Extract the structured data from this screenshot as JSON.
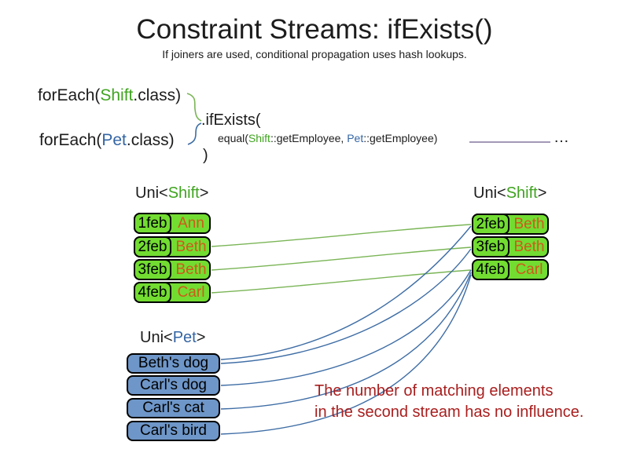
{
  "title": "Constraint Streams: ifExists()",
  "subtitle": "If joiners are used, conditional propagation uses hash lookups.",
  "code": {
    "foreach_shift": {
      "pre": "forEach(",
      "cls": "Shift",
      "post": ".class)"
    },
    "foreach_pet": {
      "pre": "forEach(",
      "cls": "Pet",
      "post": ".class)"
    },
    "if_exists": ".ifExists(",
    "equal": {
      "pre": "equal(",
      "cls1": "Shift",
      "mid1": "::getEmployee, ",
      "cls2": "Pet",
      "mid2": "::getEmployee)"
    },
    "close_paren": ")",
    "ellipsis": "…"
  },
  "tables": {
    "left_shift": {
      "label_pre": "Uni<",
      "label_type": "Shift",
      "label_post": ">",
      "rows": [
        {
          "date": "1feb",
          "name": "Ann"
        },
        {
          "date": "2feb",
          "name": "Beth"
        },
        {
          "date": "3feb",
          "name": "Beth"
        },
        {
          "date": "4feb",
          "name": "Carl"
        }
      ]
    },
    "right_shift": {
      "label_pre": "Uni<",
      "label_type": "Shift",
      "label_post": ">",
      "rows": [
        {
          "date": "2feb",
          "name": "Beth"
        },
        {
          "date": "3feb",
          "name": "Beth"
        },
        {
          "date": "4feb",
          "name": "Carl"
        }
      ]
    },
    "pet": {
      "label_pre": "Uni<",
      "label_type": "Pet",
      "label_post": ">",
      "rows": [
        {
          "name": "Beth's dog"
        },
        {
          "name": "Carl's dog"
        },
        {
          "name": "Carl's cat"
        },
        {
          "name": "Carl's bird"
        }
      ]
    }
  },
  "note": {
    "line1": "The number of matching elements",
    "line2": "in the second stream has no influence."
  },
  "colors": {
    "ink": "#1c1c1c",
    "textGreen": "#3fa41f",
    "textBlue": "#3465a4",
    "textOrange": "#cc5c1a",
    "boxGreen": "#72dc31",
    "boxBlue": "#6e96c8",
    "lineGreen": "#7ab556",
    "lineBlue": "#3e6da5",
    "linePurple": "#6b5b8a",
    "noteRed": "#a91e1e"
  }
}
